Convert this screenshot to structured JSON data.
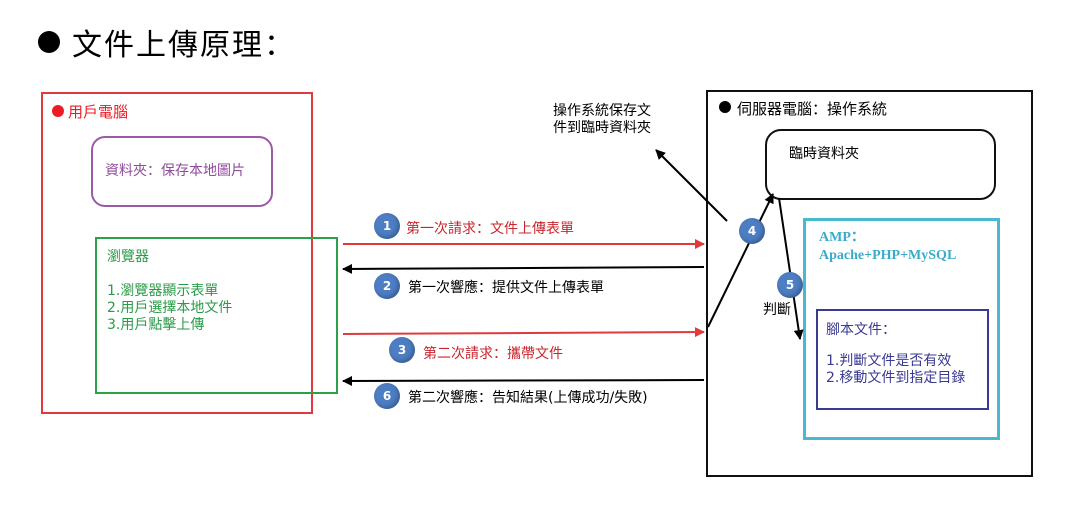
{
  "title": "文件上傳原理：",
  "client": {
    "label": "用戶電腦",
    "folder": "資料夾：保存本地圖片",
    "browser_title": "瀏覽器",
    "browser_items": [
      "1.瀏覽器顯示表單",
      "2.用戶選擇本地文件",
      "3.用戶點擊上傳"
    ]
  },
  "server": {
    "label": "伺服器電腦：操作系統",
    "temp_folder": "臨時資料夾",
    "amp_line1": "AMP：",
    "amp_line2": "Apache+PHP+MySQL",
    "script_title": "腳本文件：",
    "script_items": [
      "1.判斷文件是否有效",
      "2.移動文件到指定目錄"
    ]
  },
  "os_note": [
    "操作系統保存文",
    "件到臨時資料夾"
  ],
  "judge_label": "判斷",
  "steps": [
    {
      "num": "1",
      "label": "第一次請求：文件上傳表單",
      "color": "#c8262d"
    },
    {
      "num": "2",
      "label": "第一次響應：提供文件上傳表單",
      "color": "#000000"
    },
    {
      "num": "3",
      "label": "第二次請求：攜帶文件",
      "color": "#c8262d"
    },
    {
      "num": "4",
      "label": "",
      "color": "#000000"
    },
    {
      "num": "5",
      "label": "",
      "color": "#000000"
    },
    {
      "num": "6",
      "label": "第二次響應：告知結果(上傳成功/失敗)",
      "color": "#000000"
    }
  ],
  "colors": {
    "client_border": "#e03a3e",
    "folder_border": "#9b5aa6",
    "browser_border": "#2ca14a",
    "amp_border": "#49b9cd",
    "script_border": "#3a3a92",
    "badge": "#4d7ec3",
    "request_arrow": "#e03a3e",
    "response_arrow": "#000000"
  }
}
